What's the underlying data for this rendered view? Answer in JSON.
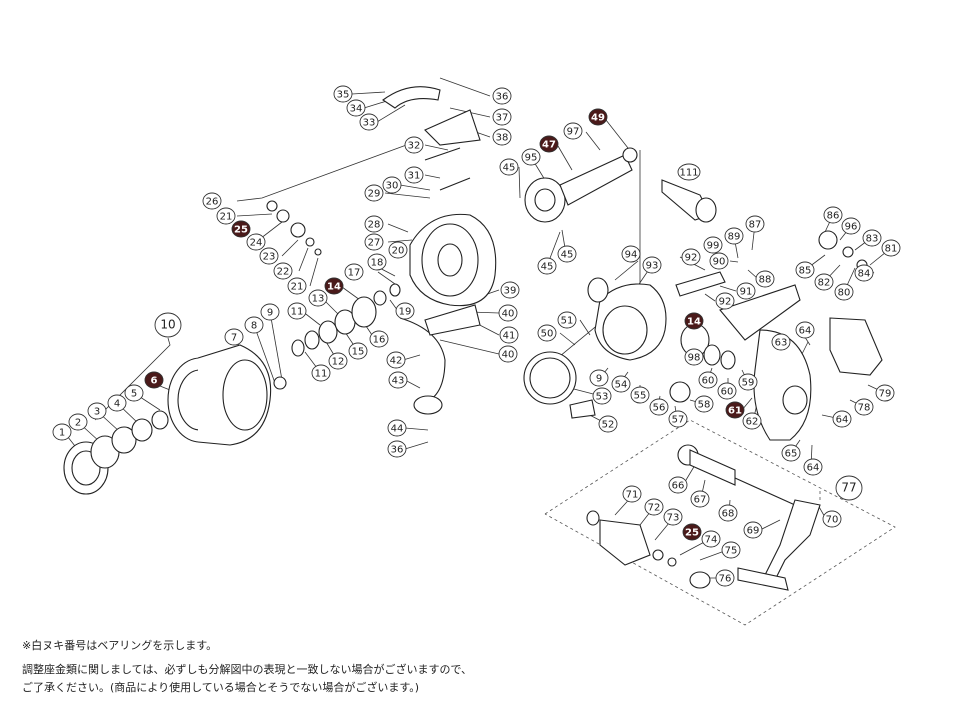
{
  "callouts": [
    {
      "text": "35"
    },
    {
      "text": "34"
    },
    {
      "text": "33"
    },
    {
      "text": "36"
    },
    {
      "text": "37"
    },
    {
      "text": "38"
    },
    {
      "text": "32"
    },
    {
      "text": "31"
    },
    {
      "text": "30"
    },
    {
      "text": "29"
    },
    {
      "text": "26"
    },
    {
      "text": "21"
    },
    {
      "text": "25",
      "bearing": true
    },
    {
      "text": "24"
    },
    {
      "text": "23"
    },
    {
      "text": "22"
    },
    {
      "text": "21"
    },
    {
      "text": "28"
    },
    {
      "text": "27"
    },
    {
      "text": "20"
    },
    {
      "text": "17"
    },
    {
      "text": "18"
    },
    {
      "text": "14",
      "bearing": true
    },
    {
      "text": "13"
    },
    {
      "text": "11"
    },
    {
      "text": "9"
    },
    {
      "text": "8"
    },
    {
      "text": "7"
    },
    {
      "text": "10"
    },
    {
      "text": "6",
      "bearing": true
    },
    {
      "text": "5"
    },
    {
      "text": "4"
    },
    {
      "text": "3"
    },
    {
      "text": "2"
    },
    {
      "text": "1"
    },
    {
      "text": "16"
    },
    {
      "text": "15"
    },
    {
      "text": "12"
    },
    {
      "text": "11"
    },
    {
      "text": "19"
    },
    {
      "text": "42"
    },
    {
      "text": "43"
    },
    {
      "text": "44"
    },
    {
      "text": "36"
    },
    {
      "text": "39"
    },
    {
      "text": "40"
    },
    {
      "text": "41"
    },
    {
      "text": "40"
    },
    {
      "text": "45"
    },
    {
      "text": "95"
    },
    {
      "text": "47",
      "bearing": true
    },
    {
      "text": "97"
    },
    {
      "text": "49",
      "bearing": true
    },
    {
      "text": "45"
    },
    {
      "text": "45"
    },
    {
      "text": "111"
    },
    {
      "text": "94"
    },
    {
      "text": "93"
    },
    {
      "text": "92"
    },
    {
      "text": "99"
    },
    {
      "text": "89"
    },
    {
      "text": "87"
    },
    {
      "text": "90"
    },
    {
      "text": "88"
    },
    {
      "text": "91"
    },
    {
      "text": "92"
    },
    {
      "text": "86"
    },
    {
      "text": "96"
    },
    {
      "text": "83"
    },
    {
      "text": "81"
    },
    {
      "text": "85"
    },
    {
      "text": "82"
    },
    {
      "text": "84"
    },
    {
      "text": "80"
    },
    {
      "text": "51"
    },
    {
      "text": "50"
    },
    {
      "text": "14",
      "bearing": true
    },
    {
      "text": "63"
    },
    {
      "text": "64"
    },
    {
      "text": "98"
    },
    {
      "text": "60"
    },
    {
      "text": "60"
    },
    {
      "text": "59"
    },
    {
      "text": "9"
    },
    {
      "text": "54"
    },
    {
      "text": "55"
    },
    {
      "text": "53"
    },
    {
      "text": "56"
    },
    {
      "text": "57"
    },
    {
      "text": "58"
    },
    {
      "text": "61",
      "bearing": true
    },
    {
      "text": "62"
    },
    {
      "text": "79"
    },
    {
      "text": "78"
    },
    {
      "text": "64"
    },
    {
      "text": "52"
    },
    {
      "text": "65"
    },
    {
      "text": "64"
    },
    {
      "text": "66"
    },
    {
      "text": "67"
    },
    {
      "text": "77"
    },
    {
      "text": "68"
    },
    {
      "text": "70"
    },
    {
      "text": "69"
    },
    {
      "text": "71"
    },
    {
      "text": "72"
    },
    {
      "text": "73"
    },
    {
      "text": "25",
      "bearing": true
    },
    {
      "text": "74"
    },
    {
      "text": "75"
    },
    {
      "text": "76"
    }
  ],
  "notes": {
    "bearing_note": "※白ヌキ番号はベアリングを示します。",
    "line1": "調整座金類に関しましては、必ずしも分解図中の表現と一致しない場合がございますので、",
    "line2": "ご了承ください。(商品により使用している場合とそうでない場合がございます。)"
  },
  "colors": {
    "line": "#333333",
    "part_stroke": "#222222",
    "bearing_fill": "#4a1a1a",
    "bearing_text": "#ffffff",
    "callout_fill": "#ffffff",
    "accent_red": "#8a1c1c"
  }
}
